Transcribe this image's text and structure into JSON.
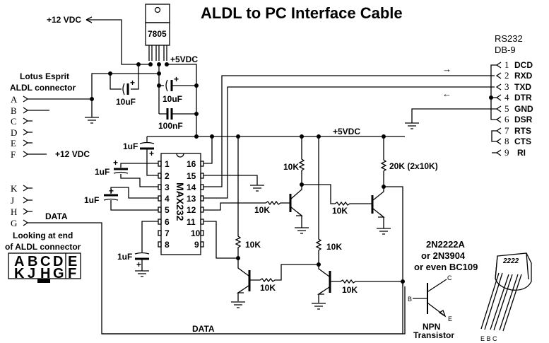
{
  "title": "ALDL to PC Interface Cable",
  "regulator": {
    "part": "7805",
    "input_label": "+12 VDC",
    "output_label": "+5VDC"
  },
  "aldl": {
    "heading_line1": "Lotus Esprit",
    "heading_line2": "ALDL connector",
    "pins_top": [
      "A",
      "B",
      "C",
      "D",
      "E",
      "F"
    ],
    "pins_bottom": [
      "K",
      "J",
      "H",
      "G"
    ],
    "f_label": "+12 VDC",
    "data_label": "DATA",
    "end_view_line1": "Looking at end",
    "end_view_line2": "of ALDL connector",
    "end_view_row1": [
      "A",
      "B",
      "C",
      "D",
      "E"
    ],
    "end_view_row2": [
      "K",
      "J",
      "H",
      "G",
      "F"
    ]
  },
  "capacitors": {
    "c1": "10uF",
    "c2": "10uF",
    "c3": "100nF",
    "c4": "1uF",
    "c5": "1uF",
    "c6": "1uF",
    "c7": "1uF"
  },
  "ic": {
    "part": "MAX232",
    "left_pins": [
      "1",
      "2",
      "3",
      "4",
      "5",
      "6",
      "7",
      "8"
    ],
    "right_pins": [
      "16",
      "15",
      "14",
      "13",
      "12",
      "11",
      "10",
      "9"
    ]
  },
  "rail_label": "+5VDC",
  "resistors": {
    "r1": "10K",
    "r2": "10K",
    "r3": "10K",
    "r4": "20K (2x10K)",
    "r5": "10K",
    "r6": "10K",
    "r7": "10K",
    "r8": "10K"
  },
  "db9": {
    "heading_line1": "RS232",
    "heading_line2": "DB-9",
    "pins": [
      {
        "num": "1",
        "name": "DCD"
      },
      {
        "num": "2",
        "name": "RXD"
      },
      {
        "num": "3",
        "name": "TXD"
      },
      {
        "num": "4",
        "name": "DTR"
      },
      {
        "num": "5",
        "name": "GND"
      },
      {
        "num": "6",
        "name": "DSR"
      },
      {
        "num": "7",
        "name": "RTS"
      },
      {
        "num": "8",
        "name": "CTS"
      },
      {
        "num": "9",
        "name": "RI"
      }
    ],
    "arrow_right": "→",
    "arrow_left": "←"
  },
  "transistor": {
    "types_line1": "2N2222A",
    "types_line2": "or 2N3904",
    "types_line3": "or even BC109",
    "symbol_label_line1": "NPN",
    "symbol_label_line2": "Transistor",
    "pin_b": "B",
    "pin_c": "C",
    "pin_e": "E",
    "package_marking": "2222",
    "package_pins": "E B C"
  },
  "data_bottom_label": "DATA"
}
